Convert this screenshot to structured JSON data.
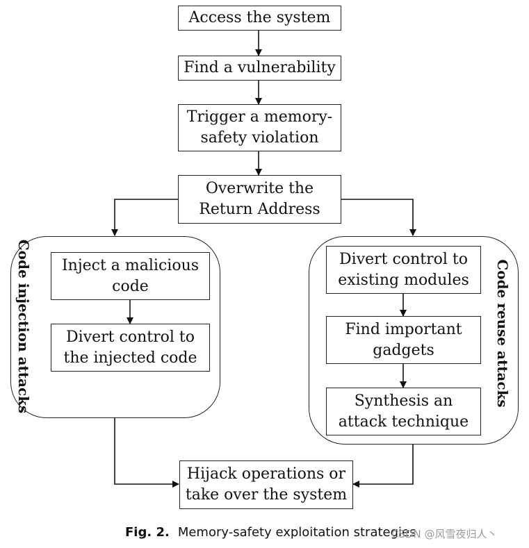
{
  "steps": {
    "access": "Access the system",
    "find_vulnerability": "Find a vulnerability",
    "trigger": "Trigger a memory-\nsafety violation",
    "overwrite": "Overwrite the\nReturn Address",
    "hijack": "Hijack operations or\ntake over the system"
  },
  "code_injection": {
    "label": "Code injection attacks",
    "inject": "Inject a malicious\ncode",
    "divert": "Divert control to\nthe injected code"
  },
  "code_reuse": {
    "label": "Code reuse attacks",
    "divert": "Divert control to\nexisting modules",
    "gadgets": "Find important\ngadgets",
    "synthesis": "Synthesis an\nattack technique"
  },
  "caption": {
    "fig": "Fig. 2.",
    "text": "Memory-safety exploitation strategies"
  },
  "watermark": "CSDN @风雪夜归人丶"
}
